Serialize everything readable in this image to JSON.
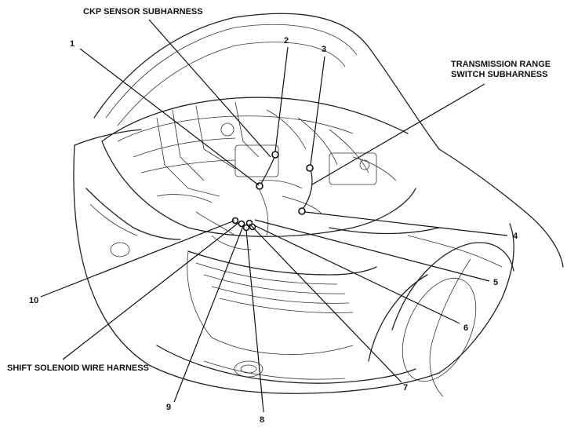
{
  "labels": {
    "ckp_sensor_subharness": "CKP SENSOR SUBHARNESS",
    "transmission_range_line1": "TRANSMISSION RANGE",
    "transmission_range_line2": "SWITCH SUBHARNESS",
    "shift_solenoid_wire_harness": "SHIFT SOLENOID WIRE HARNESS"
  },
  "callouts": [
    "1",
    "2",
    "3",
    "4",
    "5",
    "6",
    "7",
    "8",
    "9",
    "10"
  ]
}
